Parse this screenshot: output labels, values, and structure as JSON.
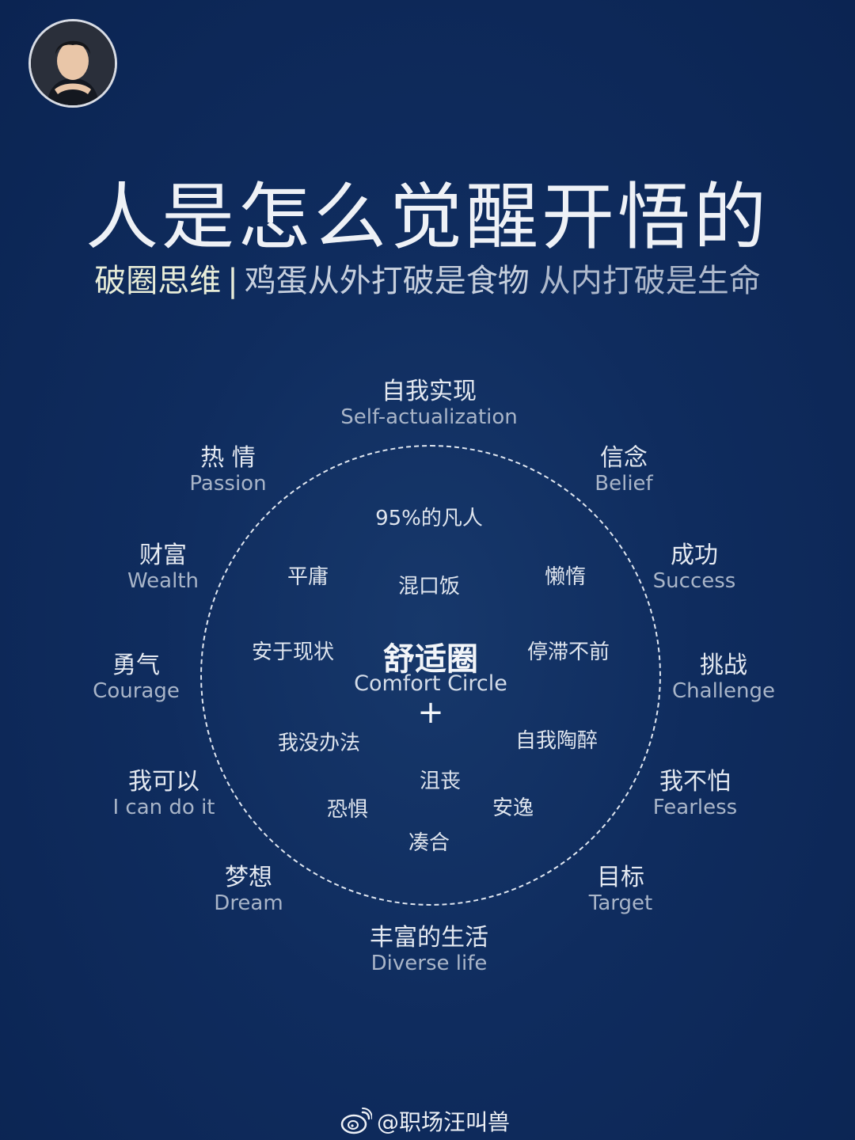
{
  "title": "人是怎么觉醒开悟的",
  "subtitle": {
    "highlight": "破圈思维",
    "separator": "|",
    "text1": "鸡蛋从外打破是食物",
    "text2": "从内打破是生命"
  },
  "diagram": {
    "center": {
      "zh": "舒适圈",
      "en": "Comfort Circle",
      "plus": "+"
    },
    "inner": {
      "i1": "95%的凡人",
      "i2": "平庸",
      "i3": "混口饭",
      "i4": "懒惰",
      "i5": "安于现状",
      "i6": "停滞不前",
      "i7": "我没办法",
      "i8": "自我陶醉",
      "i9": "沮丧",
      "i10": "恐惧",
      "i11": "安逸",
      "i12": "凑合"
    },
    "outer": {
      "self": {
        "zh": "自我实现",
        "en": "Self-actualization"
      },
      "passion": {
        "zh": "热 情",
        "en": "Passion"
      },
      "belief": {
        "zh": "信念",
        "en": "Belief"
      },
      "wealth": {
        "zh": "财富",
        "en": "Wealth"
      },
      "success": {
        "zh": "成功",
        "en": "Success"
      },
      "courage": {
        "zh": "勇气",
        "en": "Courage"
      },
      "challenge": {
        "zh": "挑战",
        "en": "Challenge"
      },
      "icando": {
        "zh": "我可以",
        "en": "I can do it"
      },
      "fearless": {
        "zh": "我不怕",
        "en": "Fearless"
      },
      "dream": {
        "zh": "梦想",
        "en": "Dream"
      },
      "target": {
        "zh": "目标",
        "en": "Target"
      },
      "diverse": {
        "zh": "丰富的生活",
        "en": "Diverse life"
      }
    }
  },
  "footer": {
    "handle": "@职场汪叫兽",
    "icon": "weibo-icon"
  }
}
